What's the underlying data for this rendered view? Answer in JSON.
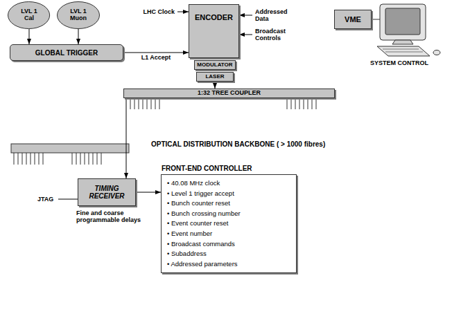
{
  "diagram": {
    "nodes": [
      {
        "text": [
          "LVL 1 Cal"
        ]
      },
      {
        "text": [
          "LVL 1 Muon"
        ]
      },
      {
        "text": [
          "GLOBAL TRIGGER"
        ]
      },
      {
        "text": [
          "ENCODER"
        ]
      },
      {
        "text": [
          "VME"
        ]
      },
      {
        "text": [
          "MODULATOR"
        ]
      },
      {
        "text": [
          "LASER"
        ]
      },
      {
        "text": [
          "1:32 TREE COUPLER"
        ]
      },
      {
        "text": [
          "TIMING RECEIVER"
        ]
      },
      {
        "text": [
          "FRONT-END CONTROLLER",
          "• 40.08 MHz clock",
          "• Level 1 trigger accept",
          "• Bunch counter reset",
          "• Bunch crossing number",
          "• Event counter reset",
          "• Event number",
          "• Broadcast commands",
          "• Subaddress",
          "• Addressed parameters"
        ]
      }
    ],
    "edges": [
      {
        "from": 0,
        "to": 2,
        "arrow": "to"
      },
      {
        "from": 1,
        "to": 2,
        "arrow": "to"
      },
      {
        "from": 2,
        "to": 3,
        "label": "L1 Accept",
        "arrow": "to"
      },
      {
        "from": 6,
        "to": 7,
        "arrow": "to"
      },
      {
        "from": 7,
        "to": 8,
        "arrow": "to"
      },
      {
        "from": 8,
        "to": 9,
        "arrow": "to"
      }
    ],
    "labels": [
      "LHC Clock",
      "Addressed Data",
      "Broadcast Controls",
      "SYSTEM CONTROL",
      "OPTICAL DISTRIBUTION BACKBONE ( > 1000 fibres)",
      "JTAG",
      "Fine and coarse programmable delays"
    ]
  }
}
